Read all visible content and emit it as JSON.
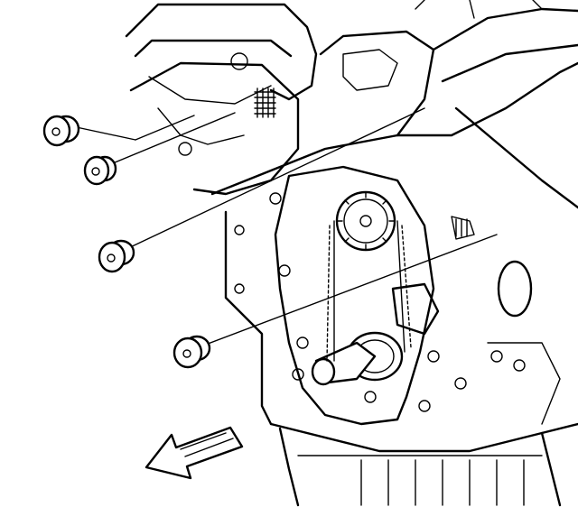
{
  "figure": {
    "kind": "engine-timing-cover-plug-illustration",
    "plug_count": 4,
    "arrow_direction": "front-left",
    "colors": {
      "line": "#000000",
      "background": "#ffffff"
    }
  }
}
